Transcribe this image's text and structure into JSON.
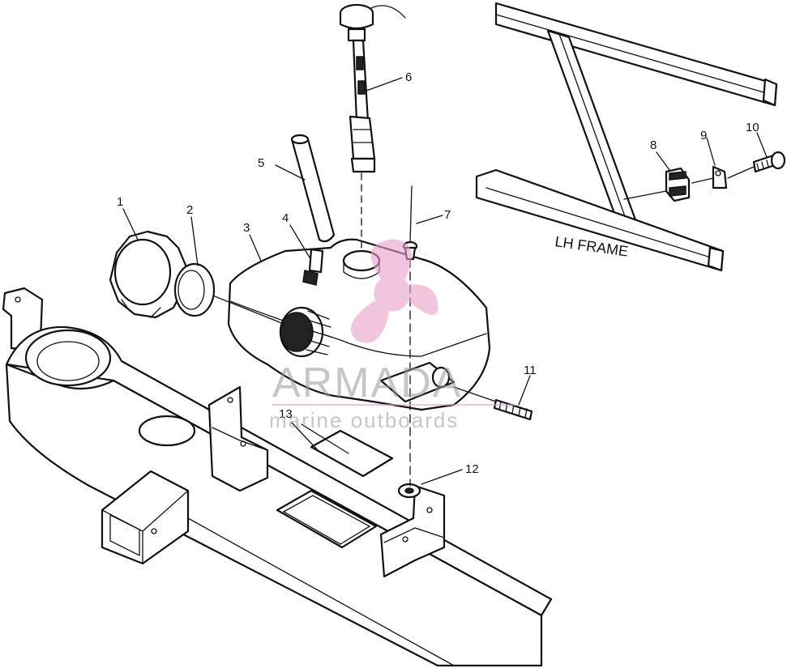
{
  "diagram": {
    "frame_label": "LH FRAME",
    "callouts": [
      {
        "id": "1",
        "label": "1"
      },
      {
        "id": "2",
        "label": "2"
      },
      {
        "id": "3",
        "label": "3"
      },
      {
        "id": "4",
        "label": "4"
      },
      {
        "id": "5",
        "label": "5"
      },
      {
        "id": "6",
        "label": "6"
      },
      {
        "id": "7",
        "label": "7"
      },
      {
        "id": "8",
        "label": "8"
      },
      {
        "id": "9",
        "label": "9"
      },
      {
        "id": "10",
        "label": "10"
      },
      {
        "id": "11",
        "label": "11"
      },
      {
        "id": "12",
        "label": "12"
      },
      {
        "id": "13",
        "label": "13"
      }
    ]
  },
  "watermark": {
    "brand": "ARMADA",
    "tagline": "marine outboards",
    "logo_icon": "propeller-icon",
    "accent_color": "#e8a0c8"
  }
}
